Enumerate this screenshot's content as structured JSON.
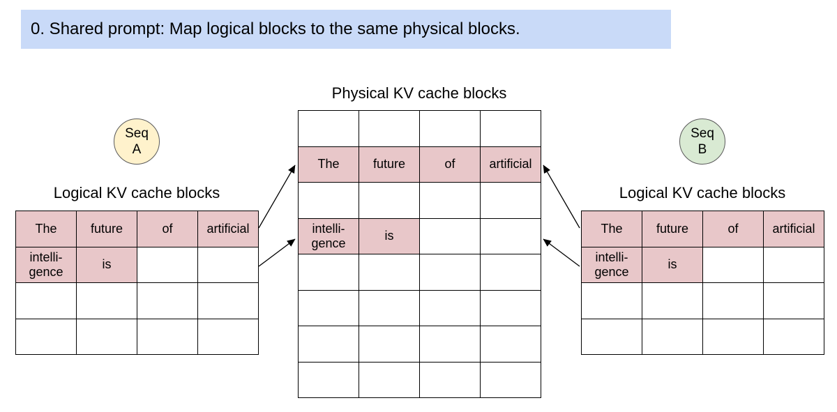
{
  "title": "0. Shared prompt: Map logical blocks to the same physical blocks.",
  "colors": {
    "title_bg": "#c9daf8",
    "filled_cell": "#e8c7c9",
    "seq_a_bg": "#fff2cc",
    "seq_b_bg": "#d9ead3",
    "border": "#000000"
  },
  "physical_table": {
    "label": "Physical KV cache blocks",
    "rows": [
      [
        "",
        "",
        "",
        ""
      ],
      [
        "The",
        "future",
        "of",
        "artificial"
      ],
      [
        "",
        "",
        "",
        ""
      ],
      [
        "intelli-\ngence",
        "is",
        "",
        ""
      ],
      [
        "",
        "",
        "",
        ""
      ],
      [
        "",
        "",
        "",
        ""
      ],
      [
        "",
        "",
        "",
        ""
      ],
      [
        "",
        "",
        "",
        ""
      ]
    ]
  },
  "seq_a": {
    "badge": "Seq\nA",
    "label": "Logical KV cache blocks",
    "rows": [
      [
        "The",
        "future",
        "of",
        "artificial"
      ],
      [
        "intelli-\ngence",
        "is",
        "",
        ""
      ],
      [
        "",
        "",
        "",
        ""
      ],
      [
        "",
        "",
        "",
        ""
      ]
    ]
  },
  "seq_b": {
    "badge": "Seq\nB",
    "label": "Logical KV cache blocks",
    "rows": [
      [
        "The",
        "future",
        "of",
        "artificial"
      ],
      [
        "intelli-\ngence",
        "is",
        "",
        ""
      ],
      [
        "",
        "",
        "",
        ""
      ],
      [
        "",
        "",
        "",
        ""
      ]
    ]
  }
}
